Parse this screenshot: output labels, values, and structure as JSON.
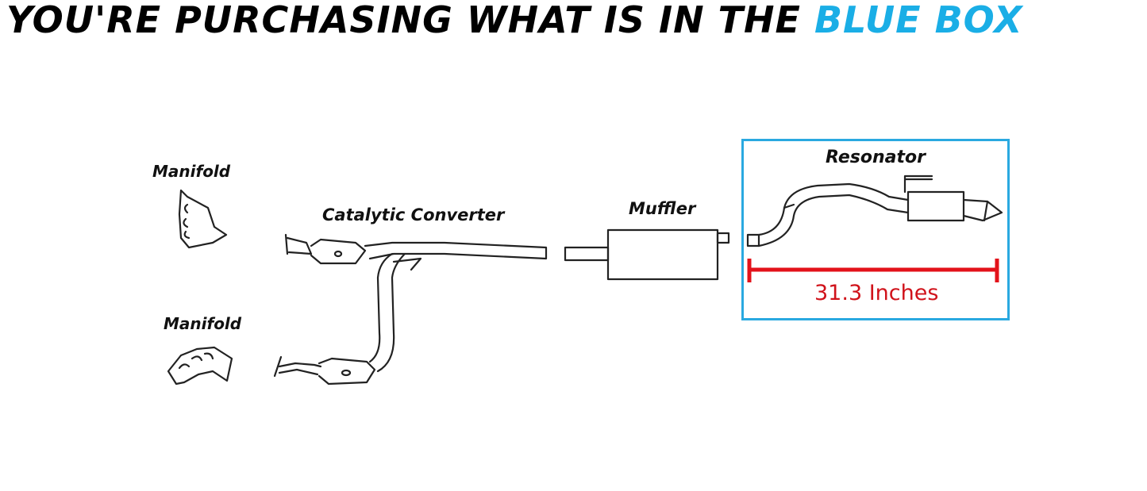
{
  "headline": {
    "prefix": "YOU'RE PURCHASING WHAT IS IN THE ",
    "highlight": "BLUE BOX"
  },
  "labels": {
    "manifold_top": "Manifold",
    "manifold_bottom": "Manifold",
    "catalytic_converter": "Catalytic Converter",
    "muffler": "Muffler",
    "resonator": "Resonator"
  },
  "measurement": {
    "text": "31.3 Inches"
  },
  "colors": {
    "highlight_blue": "#1aaee6",
    "box_border": "#2aa9e0",
    "dimension_red": "#e3121a",
    "line": "#222222"
  }
}
